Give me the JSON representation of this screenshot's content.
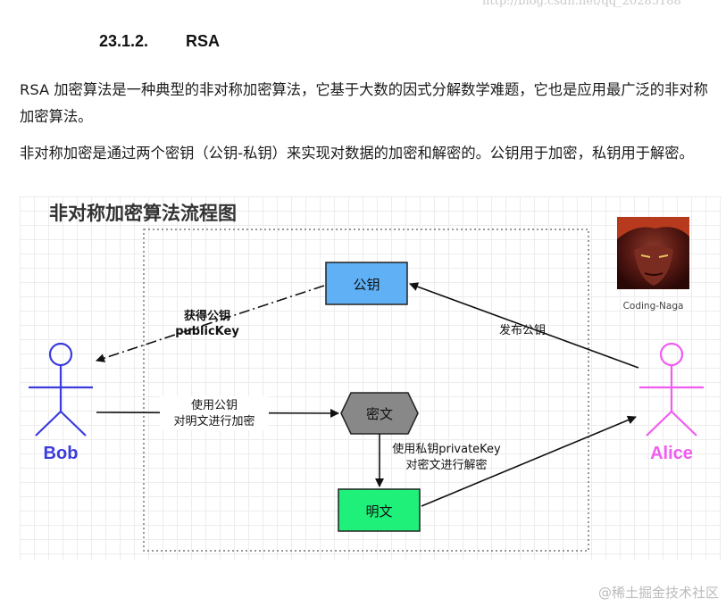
{
  "watermark_top": "http://blog.csdn.net/qq_20285188",
  "section": {
    "number": "23.1.2.",
    "title": "RSA"
  },
  "paragraphs": [
    "RSA 加密算法是一种典型的非对称加密算法，它基于大数的因式分解数学难题，它也是应用最广泛的非对称加密算法。",
    "非对称加密是通过两个密钥（公钥-私钥）来实现对数据的加密和解密的。公钥用于加密，私钥用于解密。"
  ],
  "diagram": {
    "title": "非对称加密算法流程图",
    "nodes": {
      "public_key": "公钥",
      "ciphertext": "密文",
      "plaintext": "明文"
    },
    "actors": {
      "bob": "Bob",
      "alice": "Alice"
    },
    "edge_labels": {
      "get_public_key_1": "获得公钥",
      "get_public_key_2": "publicKey",
      "publish_public_key": "发布公钥",
      "encrypt_1": "使用公钥",
      "encrypt_2": "对明文进行加密",
      "decrypt_1": "使用私钥privateKey",
      "decrypt_2": "对密文进行解密"
    },
    "avatar_caption": "Coding-Naga",
    "colors": {
      "public_key_fill": "#5fb0f4",
      "ciphertext_fill": "#888888",
      "plaintext_fill": "#1ff07a",
      "bob": "#3b3bdf",
      "alice": "#f05cf0"
    }
  },
  "footer_watermark": "@稀土掘金技术社区"
}
